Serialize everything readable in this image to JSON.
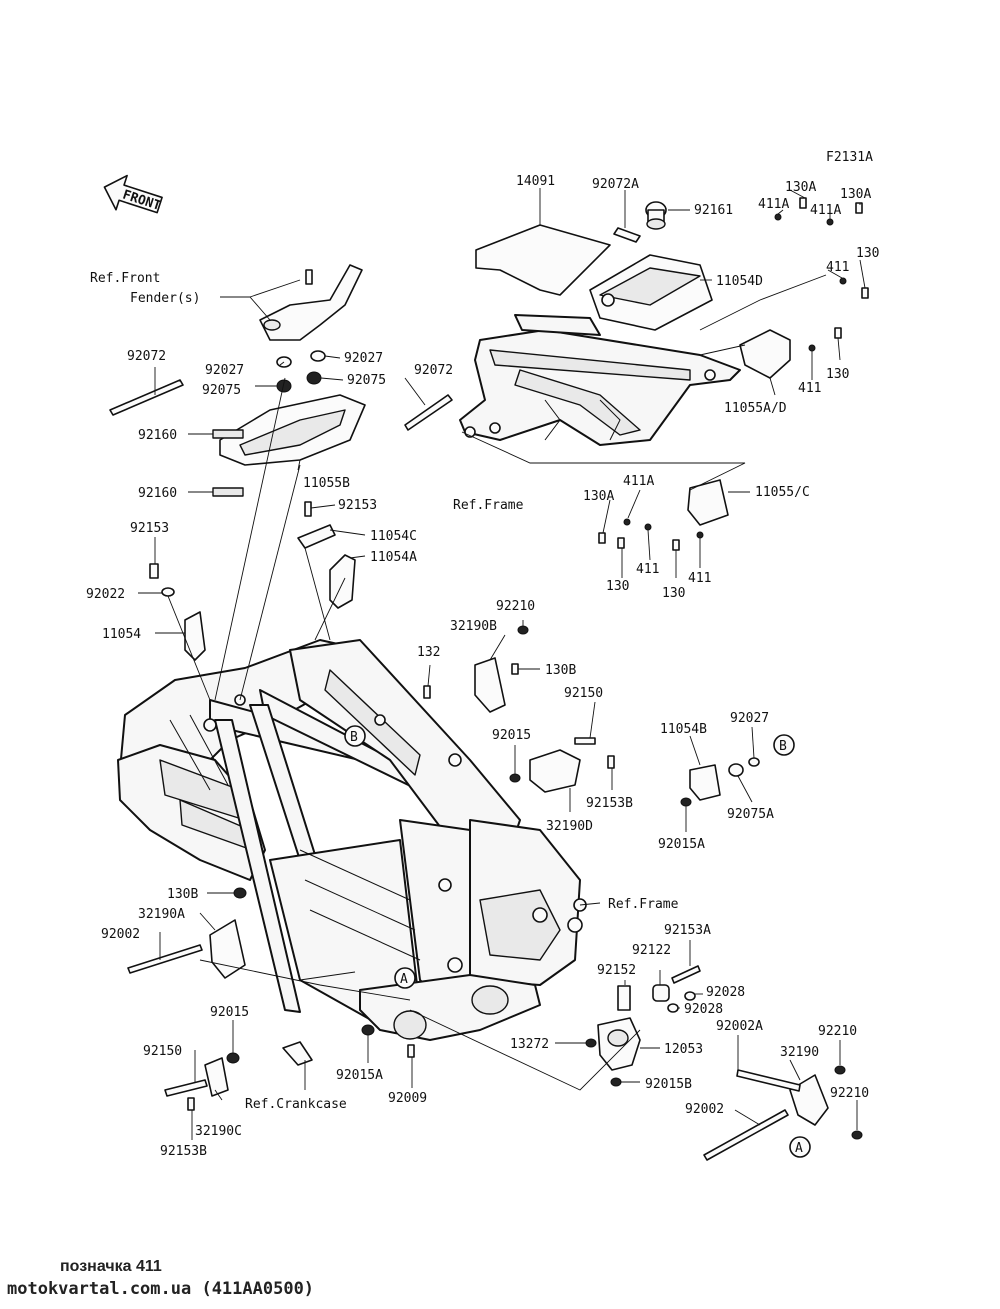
{
  "figure_code": "F2131A",
  "front_arrow": "FRONT",
  "labels": {
    "ref_front_fender_1": "Ref.Front",
    "ref_front_fender_2": "Fender(s)",
    "ref_frame_upper": "Ref.Frame",
    "ref_frame_lower": "Ref.Frame",
    "ref_crankcase": "Ref.Crankcase",
    "p14091": "14091",
    "p92072A": "92072A",
    "p92161": "92161",
    "p11054D": "11054D",
    "p130A_1": "130A",
    "p130A_2": "130A",
    "p411A_1": "411A",
    "p411A_2": "411A",
    "p130_1": "130",
    "p411_1": "411",
    "p411_2": "411",
    "p130_2": "130",
    "p11055AD": "11055A/D",
    "p92072_left": "92072",
    "p92027_left": "92027",
    "p92027_right": "92027",
    "p92075_left": "92075",
    "p92075_right": "92075",
    "p92072_mid": "92072",
    "p92160_top": "92160",
    "p92160_bot": "92160",
    "p11055B": "11055B",
    "p92153_top": "92153",
    "p11054C": "11054C",
    "p11054A": "11054A",
    "p92153_left": "92153",
    "p92022": "92022",
    "p11054": "11054",
    "p411A_3": "411A",
    "p130A_3": "130A",
    "p11055C": "11055/C",
    "p130_3": "130",
    "p411_3": "411",
    "p130_4": "130",
    "p411_4": "411",
    "p92210_top": "92210",
    "p32190B": "32190B",
    "p132": "132",
    "p130B_top": "130B",
    "p92150_top": "92150",
    "p92015_top": "92015",
    "p92153B_top": "92153B",
    "p32190D": "32190D",
    "p11054B": "11054B",
    "p92027_far": "92027",
    "p92075A": "92075A",
    "p92015A_right": "92015A",
    "p130B_left": "130B",
    "p32190A": "32190A",
    "p92002_left": "92002",
    "p92153A": "92153A",
    "p92122": "92122",
    "p92152": "92152",
    "p92028_1": "92028",
    "p92028_2": "92028",
    "p92015_bot": "92015",
    "p92150_bot": "92150",
    "p13272": "13272",
    "p12053": "12053",
    "p92015A_bot": "92015A",
    "p92009": "92009",
    "p92015B": "92015B",
    "p32190C": "32190C",
    "p92153B_bot": "92153B",
    "p92002A": "92002A",
    "p92210_a": "92210",
    "p32190": "32190",
    "p92210_b": "92210",
    "p92002_right": "92002",
    "callout_A": "A",
    "callout_B": "B"
  },
  "footer": {
    "note": "позначка 411",
    "site": "motokvartal.com.ua (411AA0500)"
  }
}
